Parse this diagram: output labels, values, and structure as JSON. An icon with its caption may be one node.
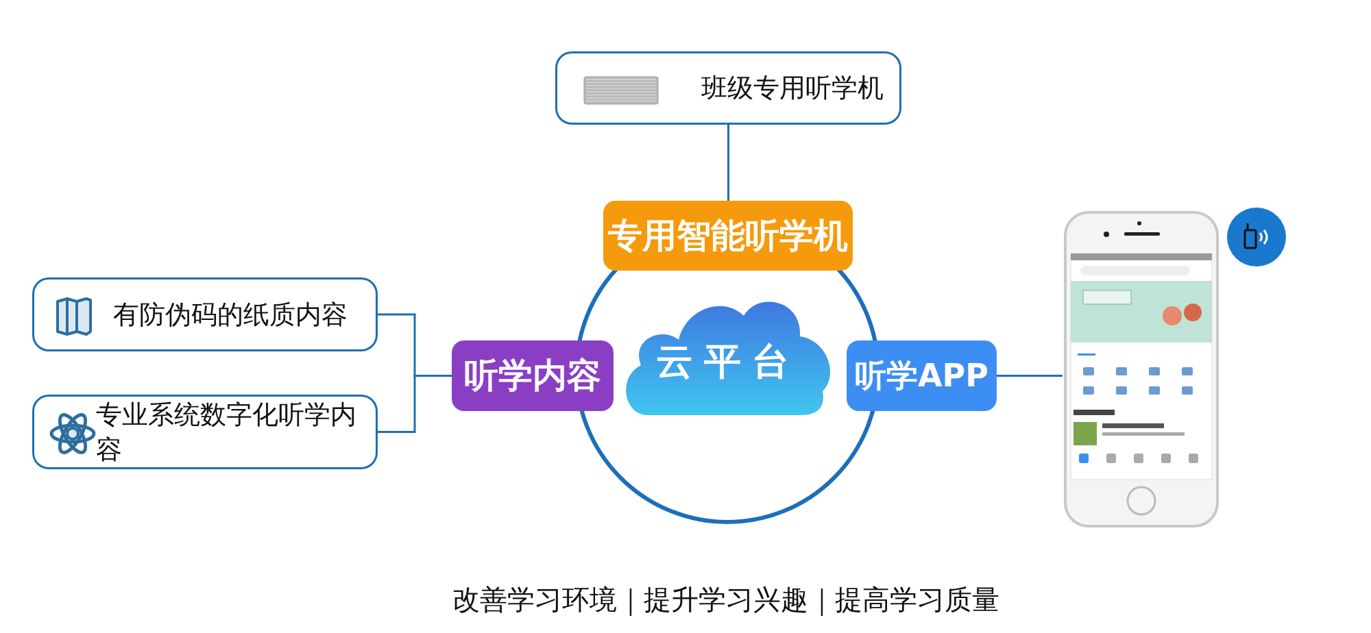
{
  "diagram": {
    "nodes": [
      {
        "text": [
          "班级专用听学机"
        ]
      },
      {
        "text": [
          "专用智能听学机"
        ]
      },
      {
        "text": [
          "云平台"
        ]
      },
      {
        "text": [
          "听学内容"
        ]
      },
      {
        "text": [
          "听学APP"
        ]
      },
      {
        "text": [
          "有防伪码的纸质内容"
        ]
      },
      {
        "text": [
          "专业系统数字化听学内容"
        ]
      },
      {
        "text": [],
        "shape": "picture"
      }
    ],
    "edges": [
      {
        "from": 0,
        "to": 1,
        "arrow": "none"
      },
      {
        "from": 5,
        "to": 3,
        "arrow": "none"
      },
      {
        "from": 6,
        "to": 3,
        "arrow": "none"
      },
      {
        "from": 4,
        "to": 7,
        "arrow": "none"
      }
    ],
    "labels": [
      "改善学习环境｜提升学习兴趣｜提高学习质量"
    ]
  }
}
